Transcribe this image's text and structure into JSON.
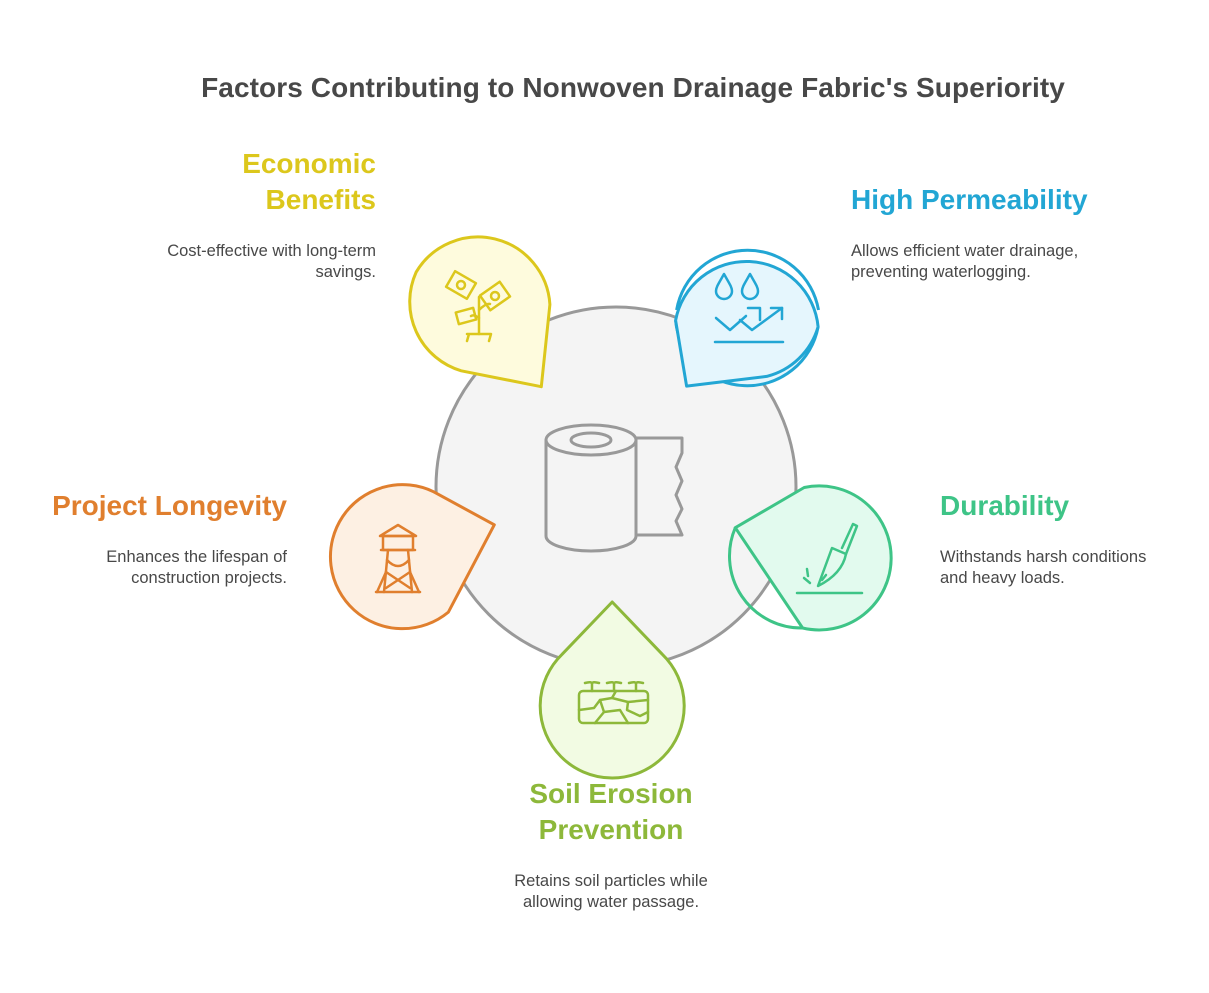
{
  "title": "Factors Contributing to Nonwoven Drainage Fabric's Superiority",
  "center_icon": "fabric-roll-icon",
  "factors": [
    {
      "key": "economic",
      "title_lines": [
        "Economic",
        "Benefits"
      ],
      "desc_lines": [
        "Cost-effective with long-term",
        "savings."
      ],
      "color": "#DCC71C",
      "fill": "#FEFBDD",
      "icon": "money-plant-icon"
    },
    {
      "key": "permeability",
      "title_lines": [
        "High Permeability"
      ],
      "desc_lines": [
        "Allows efficient water drainage,",
        "preventing waterlogging."
      ],
      "color": "#22A6D4",
      "fill": "#E5F6FD",
      "icon": "water-drainage-icon"
    },
    {
      "key": "durability",
      "title_lines": [
        "Durability"
      ],
      "desc_lines": [
        "Withstands harsh conditions",
        "and heavy loads."
      ],
      "color": "#3EC487",
      "fill": "#E2FAEE",
      "icon": "blade-icon"
    },
    {
      "key": "erosion",
      "title_lines": [
        "Soil Erosion",
        "Prevention"
      ],
      "desc_lines": [
        "Retains soil particles while",
        "allowing water passage."
      ],
      "color": "#8DB83A",
      "fill": "#F2FBE3",
      "icon": "cracked-soil-sprouts-icon"
    },
    {
      "key": "longevity",
      "title_lines": [
        "Project Longevity"
      ],
      "desc_lines": [
        "Enhances the lifespan of",
        "construction projects."
      ],
      "color": "#E07F2E",
      "fill": "#FDF0E3",
      "icon": "water-tower-icon"
    }
  ]
}
